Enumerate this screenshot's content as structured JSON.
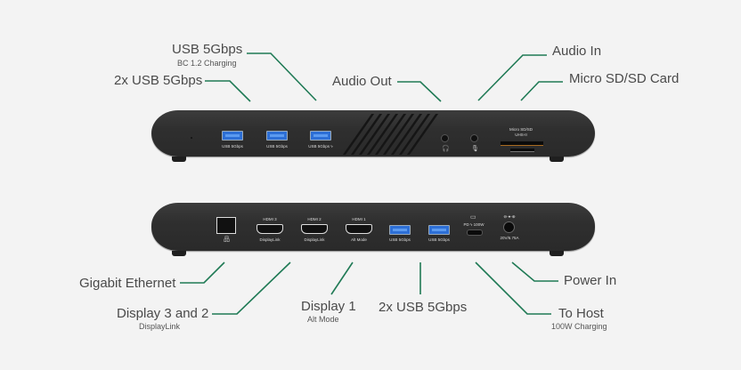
{
  "colors": {
    "background": "#f3f3f3",
    "leader_line": "#1f7a55",
    "device_body": "#2f2f2f",
    "usb_port": "#2d6fd6",
    "label_text": "#4a4a4a"
  },
  "front_labels": {
    "usb_charging": {
      "title": "USB 5Gbps",
      "subtitle": "BC 1.2 Charging"
    },
    "usb_2x": {
      "title": "2x USB 5Gbps"
    },
    "audio_out": {
      "title": "Audio Out"
    },
    "audio_in": {
      "title": "Audio In"
    },
    "sd_card": {
      "title": "Micro SD/SD Card"
    }
  },
  "rear_labels": {
    "ethernet": {
      "title": "Gigabit Ethernet"
    },
    "display_3_2": {
      "title": "Display 3 and 2",
      "subtitle": "DisplayLink"
    },
    "display_1": {
      "title": "Display 1",
      "subtitle": "Alt Mode"
    },
    "usb_2x": {
      "title": "2x USB 5Gbps"
    },
    "to_host": {
      "title": "To Host",
      "subtitle": "100W Charging"
    },
    "power_in": {
      "title": "Power In"
    }
  },
  "front_panel": {
    "usb_ports": [
      "USB 5Gbps",
      "USB 5Gbps",
      "USB 5Gbps ϟ"
    ],
    "sd_label_line1": "Micro SD/SD",
    "sd_label_line2": "UHS-II",
    "headphone_icon": "🎧",
    "mic_icon": "🎙"
  },
  "rear_panel": {
    "ethernet_icon": "品",
    "hdmi_ports": [
      {
        "top": "HDMI 3",
        "bottom": "DisplayLink"
      },
      {
        "top": "HDMI 2",
        "bottom": "DisplayLink"
      },
      {
        "top": "HDMI 1",
        "bottom": "Alt Mode"
      }
    ],
    "usb_ports": [
      "USB 5Gbps",
      "USB 5Gbps"
    ],
    "usbc_label": "PD ϟ 100W",
    "laptop_icon": "▭",
    "dc_polarity": "⊖-●-⊕",
    "dc_label": "20V/6.75A"
  }
}
